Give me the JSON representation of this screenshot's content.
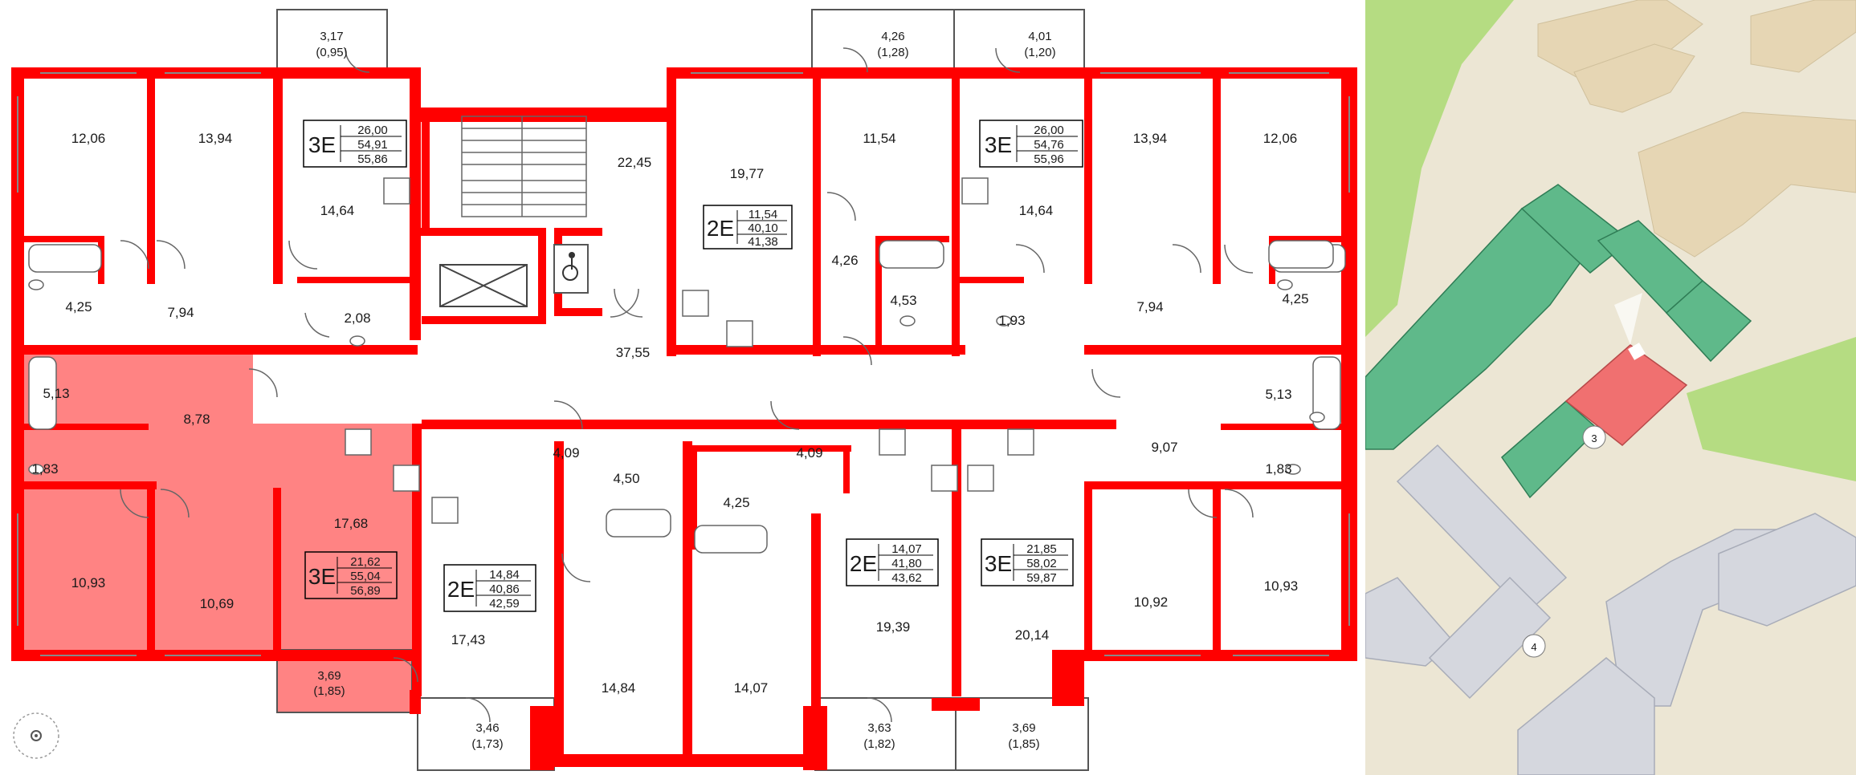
{
  "floor_plan": {
    "highlight_color": "#ff5a5a",
    "wall_color": "#ff0000",
    "rooms": [
      {
        "id": "r1",
        "area": "12,06"
      },
      {
        "id": "r2",
        "area": "13,94"
      },
      {
        "id": "r3",
        "area": "14,64"
      },
      {
        "id": "r4",
        "area": "4,25"
      },
      {
        "id": "r5",
        "area": "7,94"
      },
      {
        "id": "r6",
        "area": "2,08"
      },
      {
        "id": "r7",
        "area": "22,45"
      },
      {
        "id": "r8",
        "area": "19,77"
      },
      {
        "id": "r9",
        "area": "11,54"
      },
      {
        "id": "r10",
        "area": "4,26"
      },
      {
        "id": "r11",
        "area": "4,53"
      },
      {
        "id": "r12",
        "area": "14,64"
      },
      {
        "id": "r13",
        "area": "1,93"
      },
      {
        "id": "r14",
        "area": "13,94"
      },
      {
        "id": "r15",
        "area": "12,06"
      },
      {
        "id": "r16",
        "area": "7,94"
      },
      {
        "id": "r17",
        "area": "4,25"
      },
      {
        "id": "r18",
        "area": "37,55"
      },
      {
        "id": "r19",
        "area": "5,13"
      },
      {
        "id": "r20",
        "area": "8,78"
      },
      {
        "id": "r21",
        "area": "1,83"
      },
      {
        "id": "r22",
        "area": "17,68"
      },
      {
        "id": "r23",
        "area": "10,93"
      },
      {
        "id": "r24",
        "area": "10,69"
      },
      {
        "id": "r25",
        "area": "4,09"
      },
      {
        "id": "r26",
        "area": "4,50"
      },
      {
        "id": "r27",
        "area": "4,25"
      },
      {
        "id": "r28",
        "area": "4,09"
      },
      {
        "id": "r29",
        "area": "9,07"
      },
      {
        "id": "r30",
        "area": "5,13"
      },
      {
        "id": "r31",
        "area": "1,83"
      },
      {
        "id": "r32",
        "area": "17,43"
      },
      {
        "id": "r33",
        "area": "14,84"
      },
      {
        "id": "r34",
        "area": "14,07"
      },
      {
        "id": "r35",
        "area": "19,39"
      },
      {
        "id": "r36",
        "area": "20,14"
      },
      {
        "id": "r37",
        "area": "10,92"
      },
      {
        "id": "r38",
        "area": "10,93"
      }
    ],
    "balconies": [
      {
        "id": "b1",
        "area": "3,17",
        "reduced": "(0,95)"
      },
      {
        "id": "b2",
        "area": "4,26",
        "reduced": "(1,28)"
      },
      {
        "id": "b3",
        "area": "4,01",
        "reduced": "(1,20)"
      },
      {
        "id": "b4",
        "area": "3,69",
        "reduced": "(1,85)"
      },
      {
        "id": "b5",
        "area": "3,46",
        "reduced": "(1,73)"
      },
      {
        "id": "b6",
        "area": "3,63",
        "reduced": "(1,82)"
      },
      {
        "id": "b7",
        "area": "3,69",
        "reduced": "(1,85)"
      }
    ],
    "apartments": [
      {
        "id": "a1",
        "type": "3E",
        "living": "26,00",
        "total": "54,91",
        "total_with_balcony": "55,86"
      },
      {
        "id": "a2",
        "type": "2E",
        "living": "11,54",
        "total": "40,10",
        "total_with_balcony": "41,38"
      },
      {
        "id": "a3",
        "type": "3E",
        "living": "26,00",
        "total": "54,76",
        "total_with_balcony": "55,96"
      },
      {
        "id": "a4",
        "type": "3E",
        "living": "21,62",
        "total": "55,04",
        "total_with_balcony": "56,89",
        "selected": true
      },
      {
        "id": "a5",
        "type": "2E",
        "living": "14,84",
        "total": "40,86",
        "total_with_balcony": "42,59"
      },
      {
        "id": "a6",
        "type": "2E",
        "living": "14,07",
        "total": "41,80",
        "total_with_balcony": "43,62"
      },
      {
        "id": "a7",
        "type": "3E",
        "living": "21,85",
        "total": "58,02",
        "total_with_balcony": "59,87"
      }
    ],
    "icons": [
      "stairs-icon",
      "elevator-icon",
      "wheelchair-icon",
      "compass-icon"
    ]
  },
  "site_map": {
    "colors": {
      "ground": "#ece6d4",
      "park": "#b5dc82",
      "current_building": "#5fb98a",
      "selected_section": "#f07070",
      "other_buildings": "#d5d7de",
      "neighbor_buildings": "#e6d6b4"
    },
    "building_labels": [
      {
        "id": "current",
        "label": "3"
      },
      {
        "id": "other",
        "label": "4"
      }
    ]
  }
}
